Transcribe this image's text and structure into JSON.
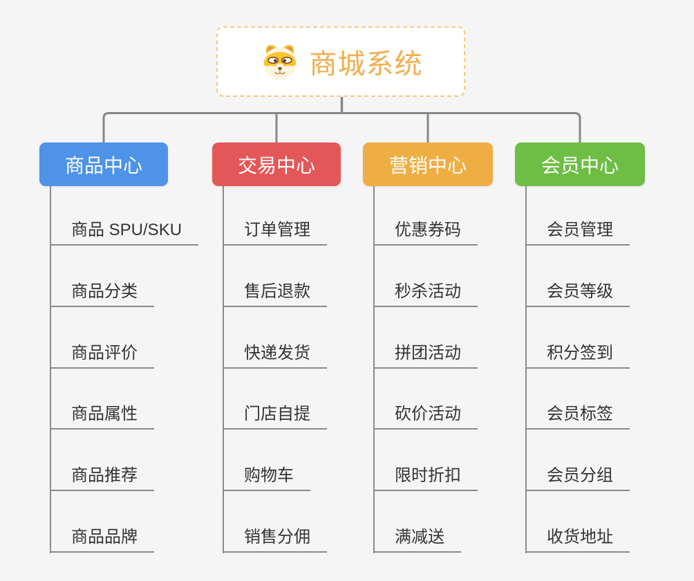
{
  "root": {
    "title": "商城系统",
    "icon": "dog-face-icon"
  },
  "colors": {
    "canvas_background": "#f5f5f6",
    "connector": "#878787",
    "leaf_underline": "#8a8a8a",
    "leaf_text": "#333333",
    "root_border": "#f8c87e",
    "root_text": "#f2ae4d"
  },
  "branches": [
    {
      "title": "商品中心",
      "color": "#4d93e8",
      "items": [
        "商品 SPU/SKU",
        "商品分类",
        "商品评价",
        "商品属性",
        "商品推荐",
        "商品品牌"
      ]
    },
    {
      "title": "交易中心",
      "color": "#e45759",
      "items": [
        "订单管理",
        "售后退款",
        "快递发货",
        "门店自提",
        "购物车",
        "销售分佣"
      ]
    },
    {
      "title": "营销中心",
      "color": "#efae44",
      "items": [
        "优惠券码",
        "秒杀活动",
        "拼团活动",
        "砍价活动",
        "限时折扣",
        "满减送"
      ]
    },
    {
      "title": "会员中心",
      "color": "#6ebe45",
      "items": [
        "会员管理",
        "会员等级",
        "积分签到",
        "会员标签",
        "会员分组",
        "收货地址"
      ]
    }
  ]
}
